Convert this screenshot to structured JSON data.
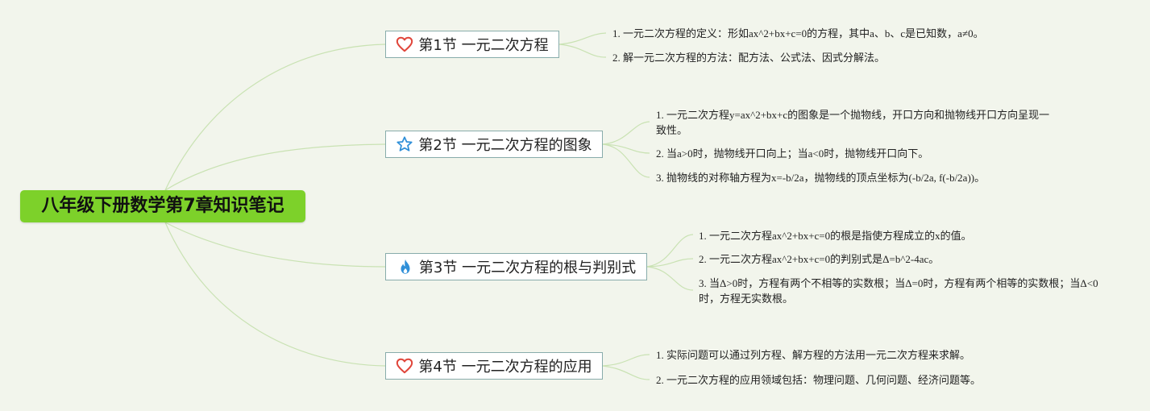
{
  "root": {
    "title": "八年级下册数学第7章知识笔记"
  },
  "sections": [
    {
      "icon": "heart-icon",
      "title": "第1节 一元二次方程",
      "notes": [
        "1. 一元二次方程的定义：形如ax^2+bx+c=0的方程，其中a、b、c是已知数，a≠0。",
        "2. 解一元二次方程的方法：配方法、公式法、因式分解法。"
      ]
    },
    {
      "icon": "star-icon",
      "title": "第2节 一元二次方程的图象",
      "notes": [
        "1. 一元二次方程y=ax^2+bx+c的图象是一个抛物线，开口方向和抛物线开口方向呈现一致性。",
        "2. 当a>0时，抛物线开口向上；当a<0时，抛物线开口向下。",
        "3. 抛物线的对称轴方程为x=-b/2a，抛物线的顶点坐标为(-b/2a, f(-b/2a))。"
      ]
    },
    {
      "icon": "fire-icon",
      "title": "第3节 一元二次方程的根与判别式",
      "notes": [
        "1. 一元二次方程ax^2+bx+c=0的根是指使方程成立的x的值。",
        "2. 一元二次方程ax^2+bx+c=0的判别式是Δ=b^2-4ac。",
        "3. 当Δ>0时，方程有两个不相等的实数根；当Δ=0时，方程有两个相等的实数根；当Δ<0时，方程无实数根。"
      ]
    },
    {
      "icon": "heart-icon",
      "title": "第4节 一元二次方程的应用",
      "notes": [
        "1. 实际问题可以通过列方程、解方程的方法用一元二次方程来求解。",
        "2. 一元二次方程的应用领域包括：物理问题、几何问题、经济问题等。"
      ]
    }
  ],
  "colors": {
    "background": "#f2f5ec",
    "root_fill": "#7dd12a",
    "node_border": "#88acab",
    "connector": "#c9e2b3",
    "heart": "#e0453a",
    "star": "#2f8fd8",
    "fire": "#2f8fd8"
  }
}
